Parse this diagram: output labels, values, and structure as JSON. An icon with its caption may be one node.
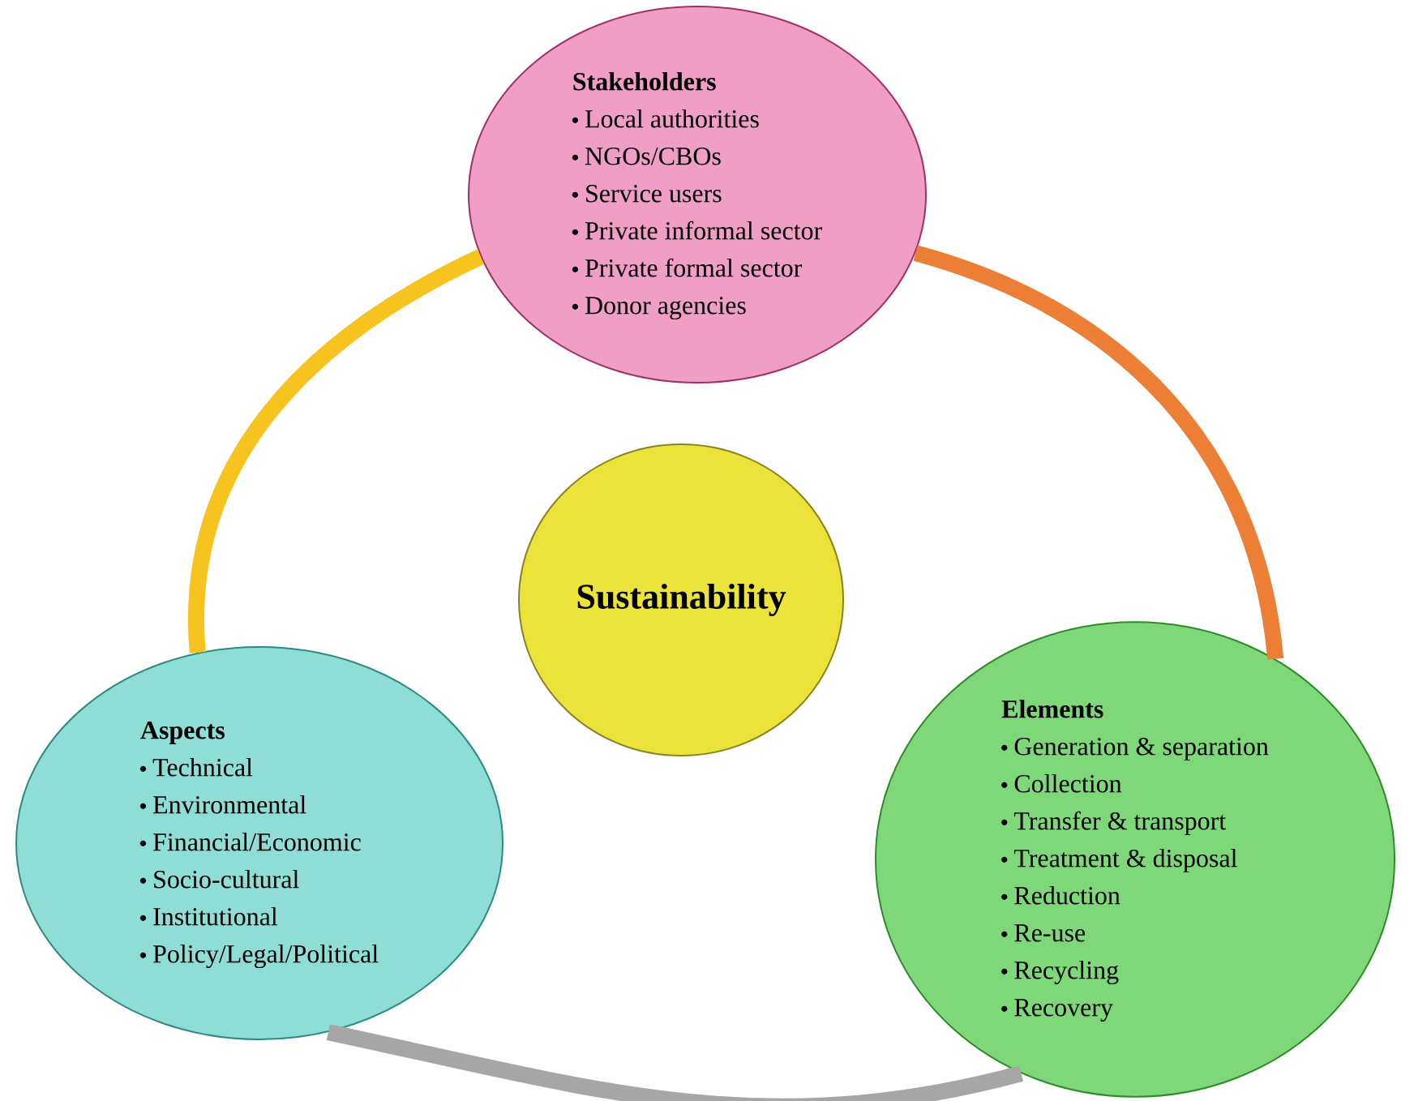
{
  "diagram": {
    "nodes": [
      {
        "text": [
          "Stakeholders",
          "Local authorities",
          "NGOs/CBOs",
          "Service users",
          "Private informal sector",
          "Private formal sector",
          "Donor agencies"
        ]
      },
      {
        "text": [
          "Sustainability"
        ]
      },
      {
        "text": [
          "Aspects",
          "Technical",
          "Environmental",
          "Financial/Economic",
          "Socio-cultural",
          "Institutional",
          "Policy/Legal/Political"
        ]
      },
      {
        "text": [
          "Elements",
          "Generation & separation",
          "Collection",
          "Transfer & transport",
          "Treatment & disposal",
          "Reduction",
          "Re-use",
          "Recycling",
          "Recovery"
        ]
      }
    ],
    "edges": [
      {
        "from": 2,
        "to": 0,
        "arrow": "none",
        "color": "#f7c31e"
      },
      {
        "from": 0,
        "to": 3,
        "arrow": "none",
        "color": "#ec7e36"
      },
      {
        "from": 2,
        "to": 3,
        "arrow": "none",
        "color": "#a6a6a6"
      }
    ]
  }
}
